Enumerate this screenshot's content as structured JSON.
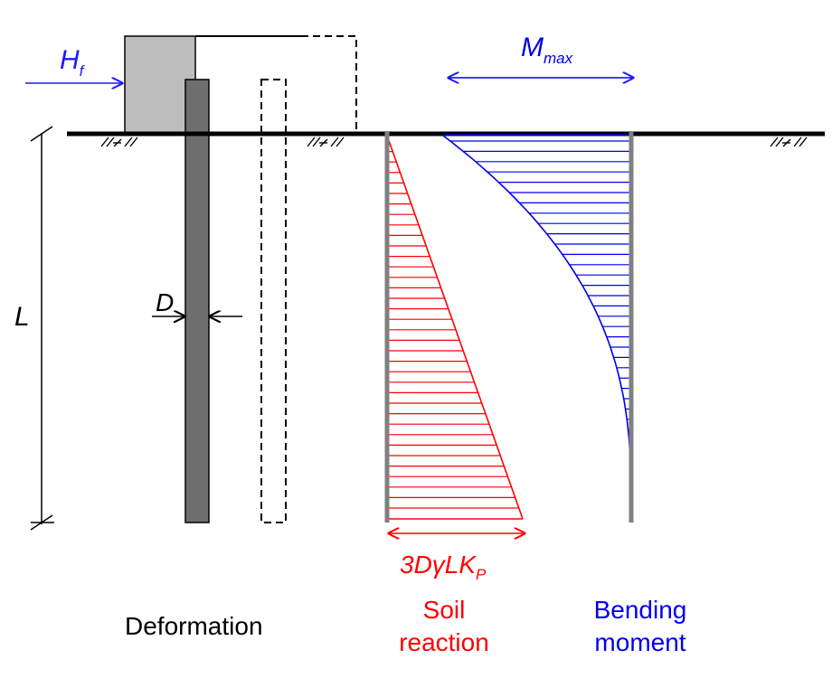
{
  "labels": {
    "force_main": "H",
    "force_sub": "f",
    "length": "L",
    "diameter": "D",
    "moment_main": "M",
    "moment_sub": "max",
    "reaction_main": "3DγLK",
    "reaction_sub": "P",
    "deformation": "Deformation",
    "soil_line1": "Soil",
    "soil_line2": "reaction",
    "bending_line1": "Bending",
    "bending_line2": "moment"
  },
  "colors": {
    "force": "#1a1aff",
    "moment": "#0000ee",
    "reaction": "#ff0000",
    "pile": "#6e6e6e",
    "cap": "#bdbdbd",
    "ground": "#000000"
  }
}
